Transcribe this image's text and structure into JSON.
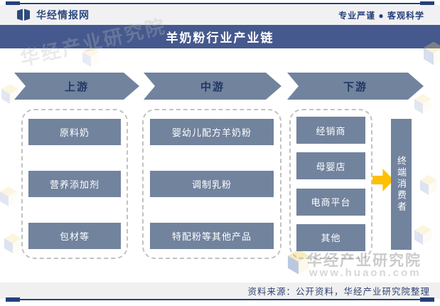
{
  "header": {
    "logo_text": "华经情报网",
    "tagline": "专业严谨 ● 客观科学"
  },
  "title": "羊奶粉行业产业链",
  "chain": {
    "stages": [
      {
        "label": "上游",
        "items": [
          "原料奶",
          "营养添加剂",
          "包材等"
        ]
      },
      {
        "label": "中游",
        "items": [
          "婴幼儿配方羊奶粉",
          "调制乳粉",
          "特配粉等其他产品"
        ]
      },
      {
        "label": "下游",
        "items": [
          "经销商",
          "母婴店",
          "电商平台",
          "其他"
        ]
      }
    ],
    "end_consumer": "终端消费者"
  },
  "footer": {
    "source": "资料来源：公开资料，华经产业研究院整理"
  },
  "watermarks": {
    "diagonal_text": "华经产业研究院",
    "brand_text": "华经产业研究院",
    "site_text": "www.huaon.com"
  },
  "colors": {
    "navy": "#24407A",
    "title_bar": "#46598E",
    "steel_blue": "#72839E",
    "arrow_yellow": "#FFC000",
    "header_bg": "#F1F1F3",
    "footer_bg": "#F0F0F0"
  }
}
